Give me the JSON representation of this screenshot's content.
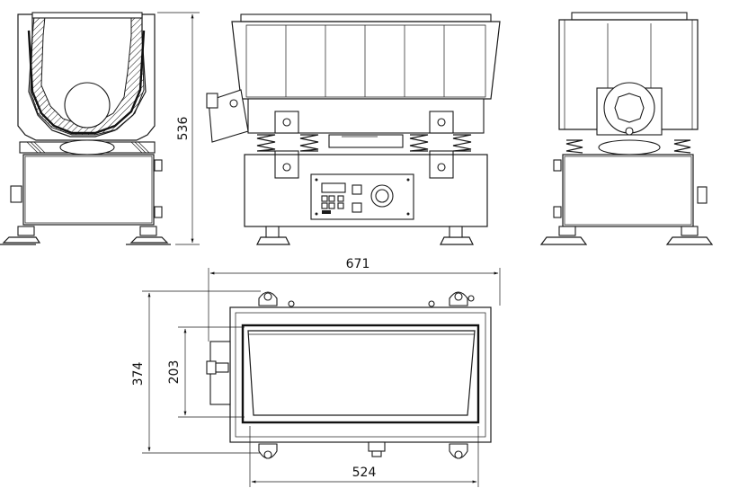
{
  "dimensions": {
    "height": "536",
    "overall_length": "671",
    "overall_width": "374",
    "inner_width": "203",
    "inner_length": "524"
  }
}
